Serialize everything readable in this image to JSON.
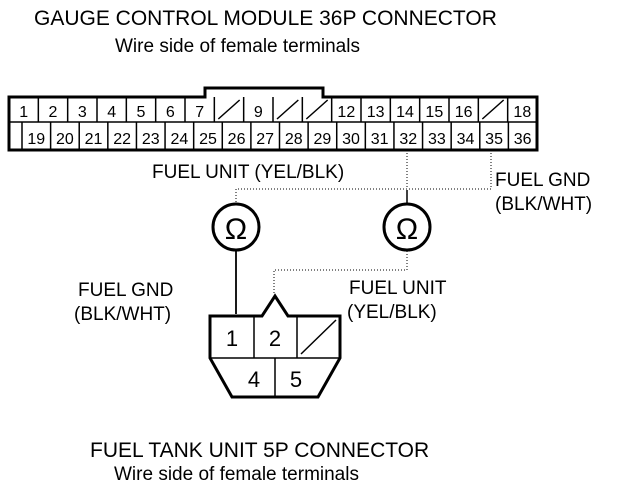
{
  "title_top": "GAUGE CONTROL MODULE 36P CONNECTOR",
  "subtitle_top": "Wire side of female terminals",
  "title_bottom": "FUEL TANK UNIT 5P CONNECTOR",
  "subtitle_bottom": "Wire side of female terminals",
  "labels": {
    "fuel_unit_top": "FUEL UNIT (YEL/BLK)",
    "fuel_gnd_right_1": "FUEL GND",
    "fuel_gnd_right_2": "(BLK/WHT)",
    "fuel_gnd_left_1": "FUEL GND",
    "fuel_gnd_left_2": "(BLK/WHT)",
    "fuel_unit_right_1": "FUEL UNIT",
    "fuel_unit_right_2": "(YEL/BLK)"
  },
  "connector_36p": {
    "row1": [
      "1",
      "2",
      "3",
      "4",
      "5",
      "6",
      "7",
      "",
      "9",
      "",
      "",
      "12",
      "13",
      "14",
      "15",
      "16",
      "",
      "18"
    ],
    "row2": [
      "",
      "19",
      "20",
      "21",
      "22",
      "23",
      "24",
      "25",
      "26",
      "27",
      "28",
      "29",
      "30",
      "31",
      "32",
      "33",
      "34",
      "35",
      "36"
    ]
  },
  "connector_5p": {
    "pins": [
      "1",
      "2",
      "",
      "4",
      "5"
    ]
  },
  "meter_symbol": "Ω"
}
